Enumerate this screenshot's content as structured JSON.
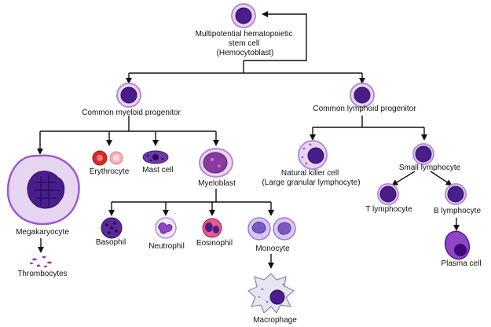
{
  "nodes": {
    "hsc": {
      "lines": [
        "Multipotential hematopoietic",
        "stem cell",
        "(Hemocytoblast)"
      ]
    },
    "myeloid": {
      "lines": [
        "Common myeloid progenitor"
      ]
    },
    "lymphoid": {
      "lines": [
        "Common lymphoid progenitor"
      ]
    },
    "megakaryocyte": {
      "lines": [
        "Megakaryocyte"
      ]
    },
    "thrombocytes": {
      "lines": [
        "Thrombocytes"
      ]
    },
    "erythrocyte": {
      "lines": [
        "Erythrocyte"
      ]
    },
    "mast": {
      "lines": [
        "Mast cell"
      ]
    },
    "myeloblast": {
      "lines": [
        "Myeloblast"
      ]
    },
    "basophil": {
      "lines": [
        "Basophil"
      ]
    },
    "neutrophil": {
      "lines": [
        "Neutrophil"
      ]
    },
    "eosinophil": {
      "lines": [
        "Eosinophil"
      ]
    },
    "monocyte": {
      "lines": [
        "Monocyte"
      ]
    },
    "macrophage": {
      "lines": [
        "Macrophage"
      ]
    },
    "nk": {
      "lines": [
        "Natural killer cell",
        "(Large granular lymphocyte)"
      ]
    },
    "small_lymph": {
      "lines": [
        "Small lymphocyte"
      ]
    },
    "t_lymph": {
      "lines": [
        "T lymphocyte"
      ]
    },
    "b_lymph": {
      "lines": [
        "B lymphocyte"
      ]
    },
    "plasma": {
      "lines": [
        "Plasma cell"
      ]
    }
  },
  "colors": {
    "cytoplasm": "#e7d6f1",
    "membrane": "#b98ad6",
    "nucleus": "#4a1e8a",
    "nucleus_dark": "#2c0a5c",
    "erythrocyte": "#d62a2a",
    "granule": "#8e44c4",
    "line": "#111111"
  }
}
